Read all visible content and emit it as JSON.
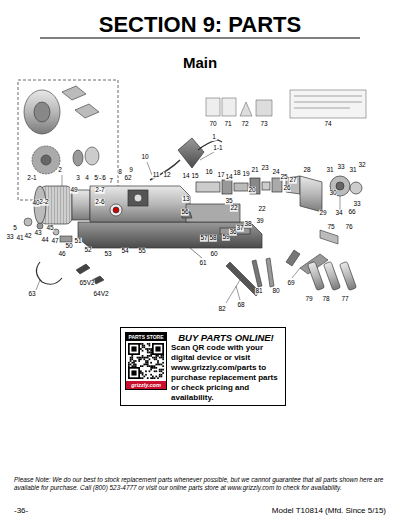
{
  "diagram": {
    "title": "SECTION 9: PARTS",
    "nodes": [
      {
        "text": [
          "BUY PARTS ONLINE!",
          "Scan QR code with your digital device or visit www.grizzly.com/parts to purchase replacement parts or check pricing and availability."
        ]
      },
      {
        "text": [
          "PARTS STORE",
          "grizzly.com"
        ],
        "in": 0
      }
    ],
    "labels": [
      "Main",
      "2-1",
      "2-3",
      "2-7",
      "2-2",
      "2-6",
      "70",
      "71",
      "72",
      "73",
      "74",
      "1",
      "1-1",
      "10",
      "2",
      "9",
      "8",
      "62",
      "11",
      "12",
      "3",
      "4",
      "5",
      "6",
      "7",
      "14",
      "15",
      "16",
      "17",
      "14",
      "18",
      "19",
      "21",
      "23",
      "24",
      "25",
      "27",
      "28",
      "31",
      "33",
      "31",
      "32",
      "26",
      "30",
      "49",
      "13",
      "35",
      "20",
      "22",
      "22",
      "40",
      "56",
      "29",
      "34",
      "33",
      "66",
      "5",
      "33",
      "41",
      "42",
      "43",
      "45",
      "44",
      "47",
      "51",
      "50",
      "46",
      "39",
      "38",
      "37",
      "36",
      "59",
      "58",
      "57",
      "52",
      "53",
      "54",
      "55",
      "60",
      "61",
      "75",
      "76",
      "69",
      "79",
      "78",
      "77",
      "63",
      "65V2",
      "64V2",
      "81",
      "80",
      "68",
      "82",
      "Please Note: We do our best to stock replacement parts whenever possible, but we cannot guarantee that all parts shown here are available for purchase. Call (800) 523-4777 or visit our online parts store at www.grizzly.com to check for availability.",
      "-36-",
      "Model T10814 (Mfd. Since 5/15)"
    ]
  }
}
